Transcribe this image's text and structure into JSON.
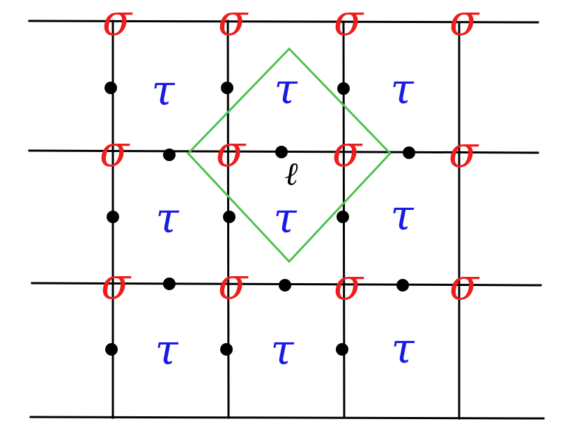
{
  "symbols": {
    "sigma": "σ",
    "tau": "τ",
    "ell": "ℓ"
  },
  "colors": {
    "sigma": "#ee1c1c",
    "tau": "#1a1ae6",
    "plaquette": "#4cc24c",
    "lattice": "#000000",
    "ell": "#000000"
  }
}
